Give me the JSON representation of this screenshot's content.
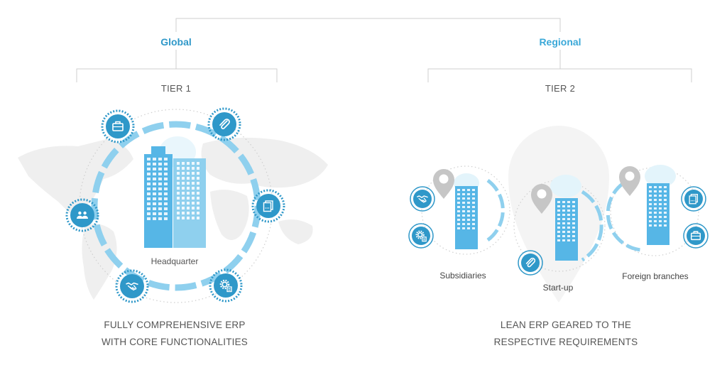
{
  "levels": {
    "global": {
      "label": "Global",
      "color": "#2f98c9"
    },
    "regional": {
      "label": "Regional",
      "color": "#3aa8d8"
    }
  },
  "tier1": {
    "label": "TIER 1",
    "hub_label": "Headquarter",
    "description_line1": "FULLY COMPREHENSIVE ERP",
    "description_line2": "WITH CORE FUNCTIONALITIES",
    "icons": [
      "briefcase-icon",
      "paperclip-icon",
      "document-icon",
      "settings-doc-icon",
      "handshake-icon",
      "users-icon"
    ]
  },
  "tier2": {
    "label": "TIER 2",
    "description_line1": "LEAN ERP GEARED TO THE",
    "description_line2": "RESPECTIVE REQUIREMENTS",
    "units": [
      {
        "label": "Subsidiaries",
        "icons": [
          "handshake-icon",
          "settings-doc-icon"
        ]
      },
      {
        "label": "Start-up",
        "icons": [
          "paperclip-icon"
        ]
      },
      {
        "label": "Foreign branches",
        "icons": [
          "document-icon",
          "briefcase-icon"
        ]
      }
    ]
  },
  "colors": {
    "primary": "#2f98c9",
    "light": "#8fd0ee",
    "building": "#56b6e6",
    "connector": "#cfcfcf",
    "map": "#efefef",
    "pin": "#c6c6c6"
  }
}
